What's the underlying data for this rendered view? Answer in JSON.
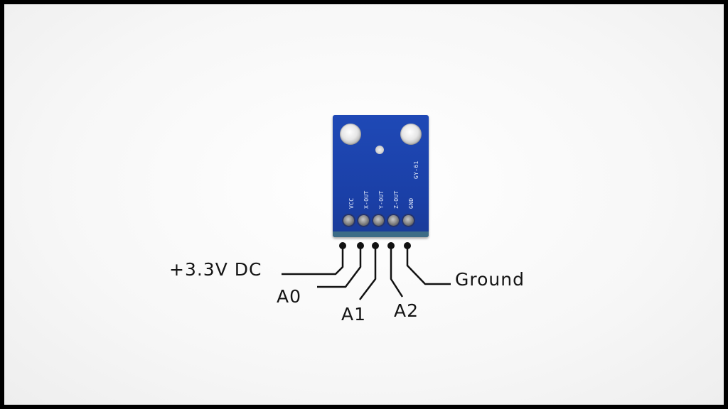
{
  "board": {
    "silkscreen_model": "GY-61",
    "pin_silkscreen": [
      "VCC",
      "X-OUT",
      "Y-OUT",
      "Z-OUT",
      "GND"
    ]
  },
  "callouts": {
    "vcc": "+3.3V DC",
    "x_out": "A0",
    "y_out": "A1",
    "z_out": "A2",
    "gnd": "Ground"
  },
  "colors": {
    "pcb": "#1a3fa6",
    "leader_lines": "#111111",
    "background": "#f7f7f7",
    "border": "#000000"
  }
}
